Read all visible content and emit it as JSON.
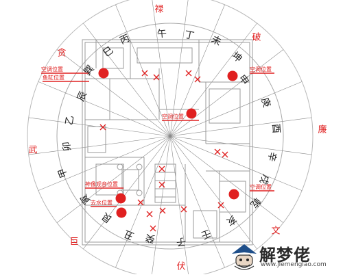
{
  "stars": {
    "lu": "禄",
    "po": "破",
    "tan": "贪",
    "lian": "廉",
    "wu": "武",
    "wen": "文",
    "ju": "巨",
    "fu": "伏"
  },
  "mountains": {
    "bing": "丙",
    "wu_top": "午",
    "ding": "丁",
    "wei": "未",
    "kun": "坤",
    "shen": "申",
    "geng": "庚",
    "you": "酉",
    "xin": "辛",
    "xu": "戌",
    "qian": "乾",
    "hai": "亥",
    "ren": "壬",
    "zi": "子",
    "gui": "癸",
    "chou": "丑",
    "gen": "艮",
    "yin": "寅",
    "jia": "甲",
    "mao": "卯",
    "yi": "乙",
    "chen": "辰",
    "xun": "巽",
    "si": "巳"
  },
  "annotations": {
    "ac_topleft": "空调位置",
    "fish_tank": "鱼缸位置",
    "ac_topright": "空调位置",
    "ac_center": "空调位置",
    "statue": "神像观音位置",
    "drain": "去水位置",
    "ac_right": "空调位置"
  },
  "watermark": {
    "title": "解梦佬",
    "url": "www.jiemenglao.com"
  },
  "colors": {
    "accent_red": "#e02020",
    "line_gray": "#8a8a8a",
    "plan_line": "#9a9a9a"
  }
}
